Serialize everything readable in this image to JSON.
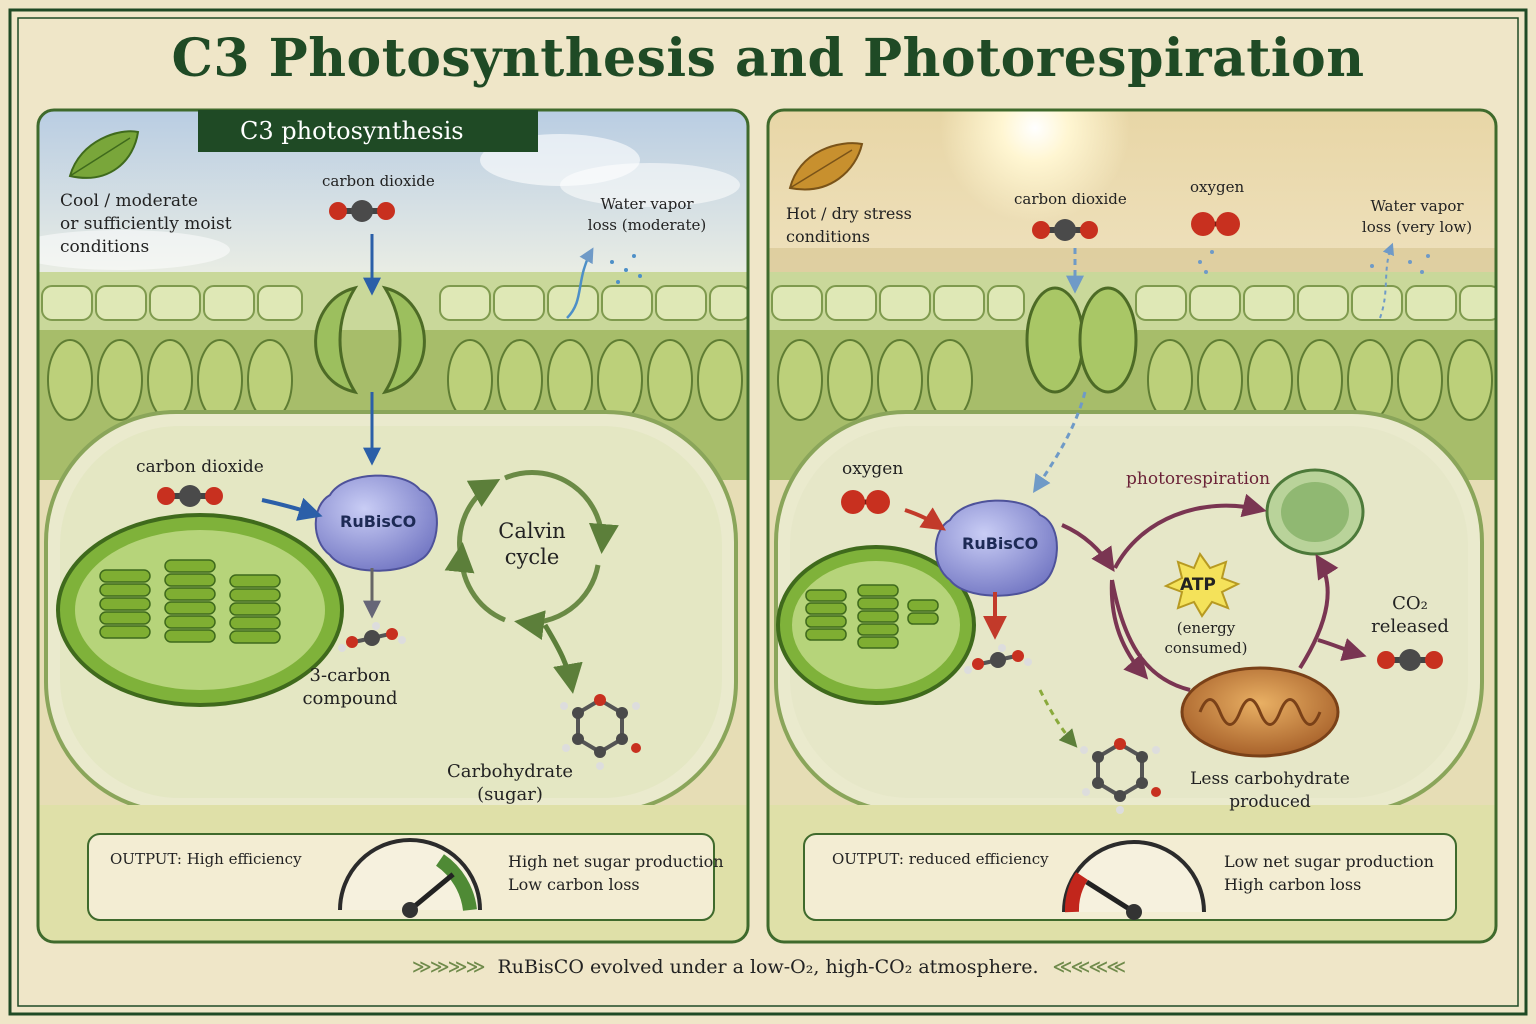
{
  "title": "C3 Photosynthesis and Photorespiration",
  "left_panel": {
    "banner": "C3 photosynthesis",
    "conditions": [
      "Cool / moderate",
      "or sufficiently moist",
      "conditions"
    ],
    "co2_top": "carbon dioxide",
    "water_vapor": [
      "Water vapor",
      "loss (moderate)"
    ],
    "co2_inner": "carbon dioxide",
    "enzyme": "RuBisCO",
    "calvin": [
      "Calvin",
      "cycle"
    ],
    "three_carbon": [
      "3-carbon",
      "compound"
    ],
    "carbohydrate": [
      "Carbohydrate",
      "(sugar)"
    ],
    "output_label": "OUTPUT: High efficiency",
    "output_lines": [
      "High net sugar production",
      "Low carbon loss"
    ],
    "gauge_level": 0.78
  },
  "right_panel": {
    "conditions": [
      "Hot / dry stress",
      "conditions"
    ],
    "co2_top": "carbon dioxide",
    "oxygen_top": "oxygen",
    "water_vapor": [
      "Water vapor",
      "loss (very low)"
    ],
    "oxygen_inner": "oxygen",
    "enzyme": "RuBisCO",
    "photorespiration": "photorespiration",
    "atp": "ATP",
    "energy": [
      "(energy",
      "consumed)"
    ],
    "co2_released": [
      "CO₂",
      "released"
    ],
    "less_carb": [
      "Less carbohydrate",
      "produced"
    ],
    "output_label": "OUTPUT: reduced efficiency",
    "output_lines": [
      "Low net sugar production",
      "High carbon loss"
    ],
    "gauge_level": 0.18
  },
  "footer": "RuBisCO evolved under a low-O₂, high-CO₂ atmosphere.",
  "colors": {
    "dark_green": "#1f4a25",
    "paper": "#efe6c8",
    "rubisco": "#8c90d6",
    "photorespiration": "#7a3552"
  }
}
